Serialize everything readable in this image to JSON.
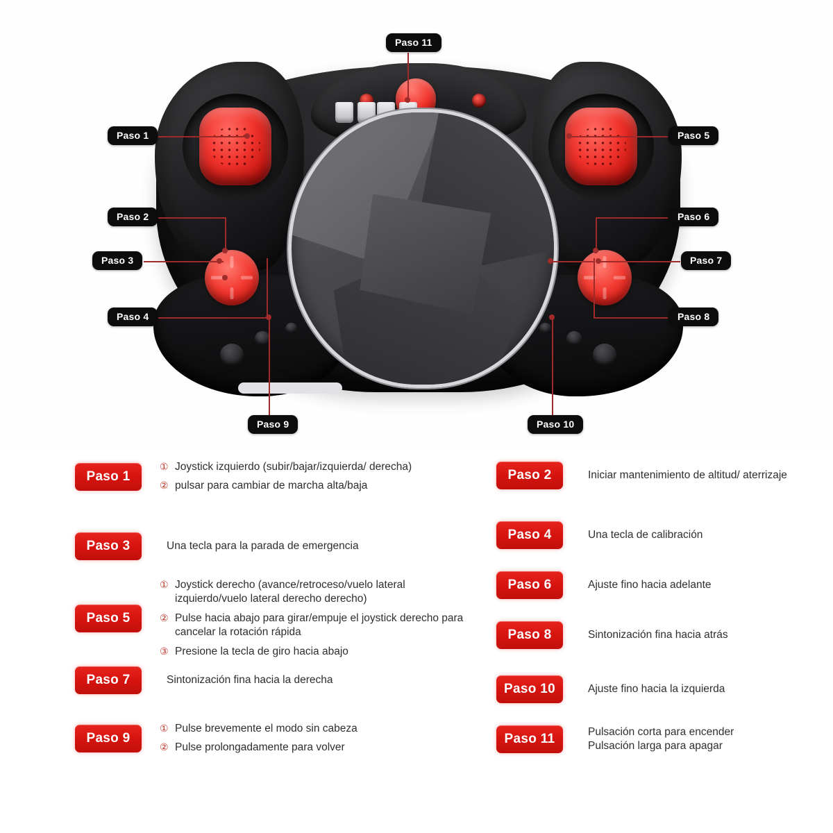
{
  "colors": {
    "badge_red": "#d4130e",
    "callout_black": "#0c0c0c",
    "leader_red": "#9e2a2a",
    "text_dark": "#2e2e2e",
    "circle_num_red": "#c0392b",
    "background": "#ffffff"
  },
  "diagram": {
    "device": "drone-remote-controller",
    "callouts": [
      {
        "id": "paso11",
        "label": "Paso 11",
        "target": "power-button"
      },
      {
        "id": "paso1",
        "label": "Paso 1",
        "target": "left-joystick"
      },
      {
        "id": "paso5",
        "label": "Paso 5",
        "target": "right-joystick"
      },
      {
        "id": "paso2",
        "label": "Paso 2",
        "target": "left-trim-up"
      },
      {
        "id": "paso3",
        "label": "Paso 3",
        "target": "left-trim-left"
      },
      {
        "id": "paso4",
        "label": "Paso 4",
        "target": "left-trim-down"
      },
      {
        "id": "paso6",
        "label": "Paso 6",
        "target": "right-trim-up"
      },
      {
        "id": "paso7",
        "label": "Paso 7",
        "target": "right-trim-right"
      },
      {
        "id": "paso8",
        "label": "Paso 8",
        "target": "right-trim-down"
      },
      {
        "id": "paso9",
        "label": "Paso 9",
        "target": "left-shoulder-button"
      },
      {
        "id": "paso10",
        "label": "Paso 10",
        "target": "right-shoulder-button"
      }
    ]
  },
  "legend": {
    "left_column": [
      {
        "badge": "Paso 1",
        "items": [
          {
            "num": "①",
            "text": "Joystick izquierdo (subir/bajar/izquierda/ derecha)"
          },
          {
            "num": "②",
            "text": "pulsar para cambiar de marcha alta/baja"
          }
        ]
      },
      {
        "badge": "Paso 3",
        "items": [
          {
            "num": "",
            "text": "Una tecla para la parada de emergencia"
          }
        ]
      },
      {
        "badge": "Paso 5",
        "items": [
          {
            "num": "①",
            "text": "Joystick derecho (avance/retroceso/vuelo lateral izquierdo/vuelo lateral derecho derecho)"
          },
          {
            "num": "②",
            "text": "Pulse hacia abajo para girar/empuje el joystick derecho para cancelar la rotación  rápida"
          },
          {
            "num": "③",
            "text": "Presione la tecla de giro hacia abajo"
          }
        ]
      },
      {
        "badge": "Paso 7",
        "items": [
          {
            "num": "",
            "text": "Sintonización fina hacia la derecha"
          }
        ]
      },
      {
        "badge": "Paso 9",
        "items": [
          {
            "num": "①",
            "text": "Pulse brevemente el modo sin cabeza"
          },
          {
            "num": "②",
            "text": "Pulse prolongadamente para volver"
          }
        ]
      }
    ],
    "right_column": [
      {
        "badge": "Paso 2",
        "items": [
          {
            "num": "",
            "text": "Iniciar mantenimiento de altitud/ aterrizaje"
          }
        ]
      },
      {
        "badge": "Paso 4",
        "items": [
          {
            "num": "",
            "text": "Una tecla de calibración"
          }
        ]
      },
      {
        "badge": "Paso 6",
        "items": [
          {
            "num": "",
            "text": "Ajuste fino hacia adelante"
          }
        ]
      },
      {
        "badge": "Paso 8",
        "items": [
          {
            "num": "",
            "text": "Sintonización fina hacia atrás"
          }
        ]
      },
      {
        "badge": "Paso 10",
        "items": [
          {
            "num": "",
            "text": "Ajuste fino hacia la izquierda"
          }
        ]
      },
      {
        "badge": "Paso 11",
        "items": [
          {
            "num": "",
            "text": "Pulsación corta para encender"
          },
          {
            "num": "",
            "text": "Pulsación larga para apagar"
          }
        ]
      }
    ]
  }
}
